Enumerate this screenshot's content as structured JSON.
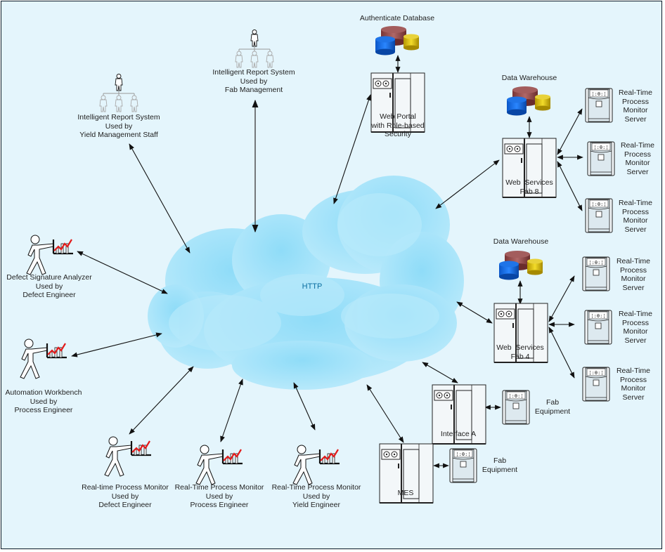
{
  "diagram": {
    "cloud": {
      "label": "HTTP",
      "color": "#9fe0f7",
      "label_color": "#0a6ea0"
    },
    "background_color": "#e4f5fc",
    "nodes": {
      "irs_yield": {
        "type": "org-chart-users",
        "lines": [
          "Intelligent Report System",
          "Used by",
          "Yield Management Staff"
        ]
      },
      "irs_fab": {
        "type": "org-chart-users",
        "lines": [
          "Intelligent Report System",
          "Used by",
          "Fab Management"
        ]
      },
      "auth_db": {
        "type": "database",
        "lines": [
          "Authenticate Database"
        ]
      },
      "web_portal": {
        "type": "mainframe-server",
        "lines": [
          "Web Portal",
          "with Role-based",
          "Security"
        ]
      },
      "dw_fab8": {
        "type": "database",
        "lines": [
          "Data Warehouse"
        ]
      },
      "ws_fab8": {
        "type": "mainframe-server",
        "lines": [
          "Web  Services",
          "Fab 8"
        ]
      },
      "rtpm_fab8_1": {
        "type": "server",
        "lines": [
          "Real-Time",
          "Process",
          "Monitor",
          "Server"
        ]
      },
      "rtpm_fab8_2": {
        "type": "server",
        "lines": [
          "Real-Time",
          "Process",
          "Monitor",
          "Server"
        ]
      },
      "rtpm_fab8_3": {
        "type": "server",
        "lines": [
          "Real-Time",
          "Process",
          "Monitor",
          "Server"
        ]
      },
      "dw_fab4": {
        "type": "database",
        "lines": [
          "Data Warehouse"
        ]
      },
      "ws_fab4": {
        "type": "mainframe-server",
        "lines": [
          "Web  Services",
          "Fab 4"
        ]
      },
      "rtpm_fab4_1": {
        "type": "server",
        "lines": [
          "Real-Time",
          "Process",
          "Monitor",
          "Server"
        ]
      },
      "rtpm_fab4_2": {
        "type": "server",
        "lines": [
          "Real-Time",
          "Process",
          "Monitor",
          "Server"
        ]
      },
      "rtpm_fab4_3": {
        "type": "server",
        "lines": [
          "Real-Time",
          "Process",
          "Monitor",
          "Server"
        ]
      },
      "interface_a": {
        "type": "mainframe-server",
        "lines": [
          "Interface A"
        ]
      },
      "fab_eq_1": {
        "type": "server",
        "lines": [
          "Fab",
          "Equipment"
        ]
      },
      "mes": {
        "type": "mainframe-server",
        "lines": [
          "MES"
        ]
      },
      "fab_eq_2": {
        "type": "server",
        "lines": [
          "Fab",
          "Equipment"
        ]
      },
      "dsa": {
        "type": "presenter-user",
        "lines": [
          "Defect Signature Analyzer",
          "Used by",
          "Defect Engineer"
        ]
      },
      "awb": {
        "type": "presenter-user",
        "lines": [
          "Automation Workbench",
          "Used by",
          "Process Engineer"
        ]
      },
      "rtpm_defect": {
        "type": "presenter-user",
        "lines": [
          "Real-time Process Monitor",
          "Used by",
          "Defect Engineer"
        ]
      },
      "rtpm_process": {
        "type": "presenter-user",
        "lines": [
          "Real-Time Process Monitor",
          "Used by",
          "Process Engineer"
        ]
      },
      "rtpm_yield": {
        "type": "presenter-user",
        "lines": [
          "Real-Time Process Monitor",
          "Used by",
          "Yield Engineer"
        ]
      }
    },
    "connections": [
      {
        "from": "cloud",
        "to": "irs_yield",
        "arrows": "both"
      },
      {
        "from": "cloud",
        "to": "irs_fab",
        "arrows": "both"
      },
      {
        "from": "cloud",
        "to": "web_portal",
        "arrows": "both"
      },
      {
        "from": "web_portal",
        "to": "auth_db",
        "arrows": "both"
      },
      {
        "from": "cloud",
        "to": "ws_fab8",
        "arrows": "both"
      },
      {
        "from": "ws_fab8",
        "to": "dw_fab8",
        "arrows": "both"
      },
      {
        "from": "ws_fab8",
        "to": "rtpm_fab8_1",
        "arrows": "both"
      },
      {
        "from": "ws_fab8",
        "to": "rtpm_fab8_2",
        "arrows": "both"
      },
      {
        "from": "ws_fab8",
        "to": "rtpm_fab8_3",
        "arrows": "both"
      },
      {
        "from": "cloud",
        "to": "ws_fab4",
        "arrows": "both"
      },
      {
        "from": "ws_fab4",
        "to": "dw_fab4",
        "arrows": "both"
      },
      {
        "from": "ws_fab4",
        "to": "rtpm_fab4_1",
        "arrows": "both"
      },
      {
        "from": "ws_fab4",
        "to": "rtpm_fab4_2",
        "arrows": "both"
      },
      {
        "from": "ws_fab4",
        "to": "rtpm_fab4_3",
        "arrows": "both"
      },
      {
        "from": "cloud",
        "to": "interface_a",
        "arrows": "both"
      },
      {
        "from": "interface_a",
        "to": "fab_eq_1",
        "arrows": "both"
      },
      {
        "from": "cloud",
        "to": "mes",
        "arrows": "both"
      },
      {
        "from": "mes",
        "to": "fab_eq_2",
        "arrows": "both"
      },
      {
        "from": "cloud",
        "to": "dsa",
        "arrows": "both"
      },
      {
        "from": "cloud",
        "to": "awb",
        "arrows": "both"
      },
      {
        "from": "cloud",
        "to": "rtpm_defect",
        "arrows": "both"
      },
      {
        "from": "cloud",
        "to": "rtpm_process",
        "arrows": "both"
      },
      {
        "from": "cloud",
        "to": "rtpm_yield",
        "arrows": "both"
      }
    ]
  }
}
